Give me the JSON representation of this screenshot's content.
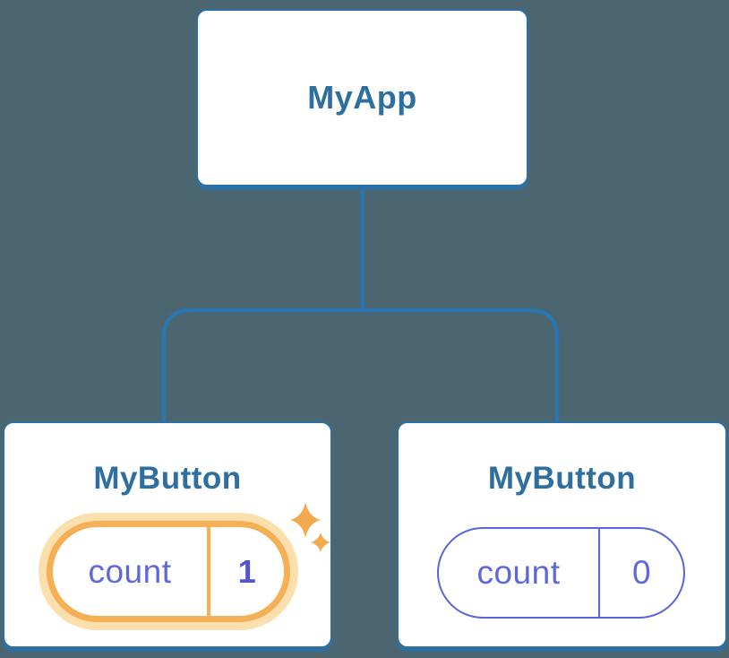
{
  "tree": {
    "root": {
      "label": "MyApp"
    },
    "children": [
      {
        "label": "MyButton",
        "state": {
          "key": "count",
          "value": "1"
        },
        "highlighted": true
      },
      {
        "label": "MyButton",
        "state": {
          "key": "count",
          "value": "0"
        },
        "highlighted": false
      }
    ]
  },
  "icons": {
    "sparkle": {
      "name": "sparkle-icon",
      "color": "#F3A94E"
    }
  },
  "colors": {
    "background": "#4C6671",
    "card_background": "#FFFFFF",
    "card_border": "#2F70A2",
    "connector_line": "#2B76B0",
    "node_label_text": "#2E6F9F",
    "state_text": "#5E68DB",
    "state_value_bold_text": "#5156CB",
    "plain_pill_border": "#5B64D8",
    "highlight_pill_border": "#F5B055",
    "highlight_pill_glow": "#FBDFAD",
    "sparkle": "#F3A94E"
  }
}
